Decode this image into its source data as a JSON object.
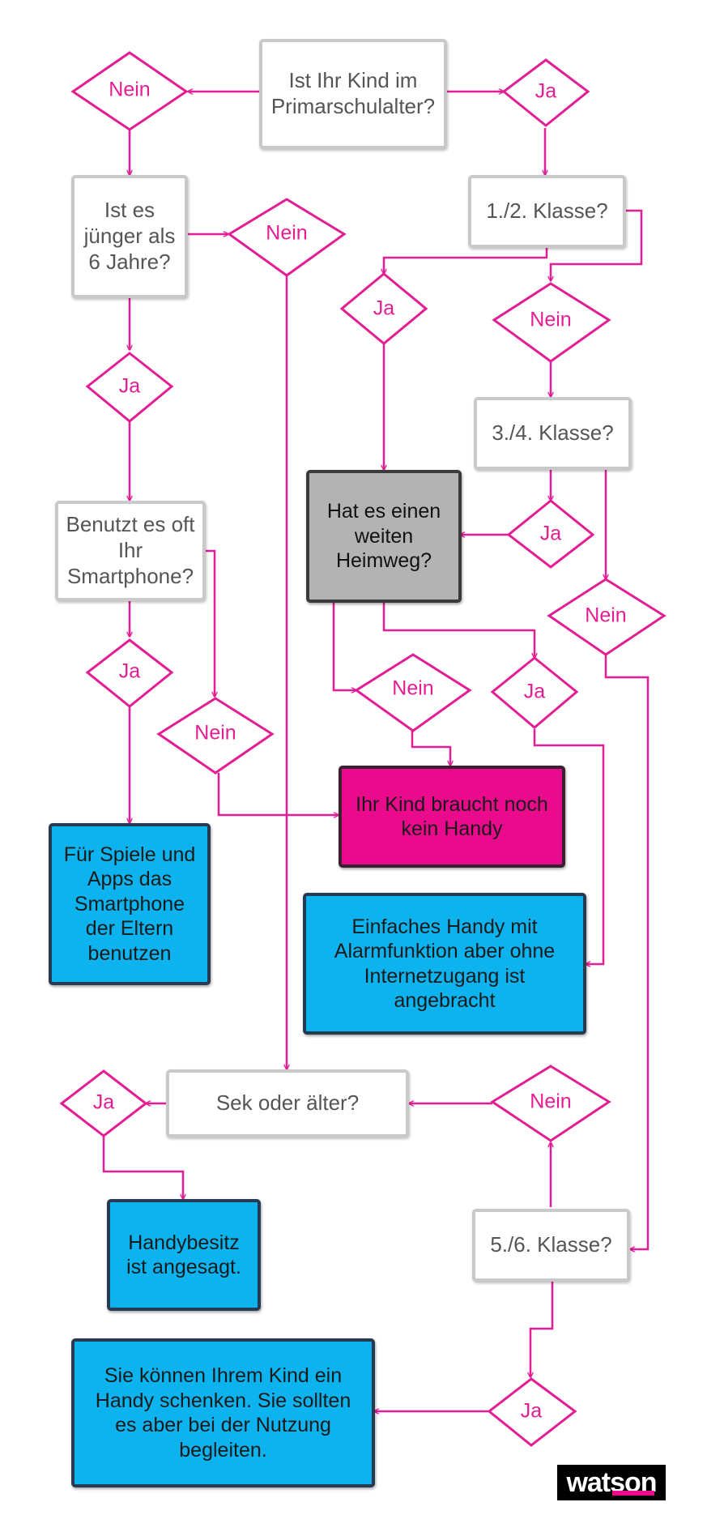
{
  "colors": {
    "accent_magenta": "#e31d93",
    "box_blue": "#0cb3ef",
    "box_gray": "#b3b3b3",
    "box_pink": "#ea0a8c",
    "question_border": "#c9c9c9"
  },
  "questions": {
    "primarschule": [
      "Ist Ihr Kind im",
      "Primarschulalter?"
    ],
    "juenger6": [
      "Ist es",
      "jünger als",
      "6 Jahre?"
    ],
    "klasse12": [
      "1./2. Klasse?"
    ],
    "klasse34": [
      "3./4. Klasse?"
    ],
    "smartphone": [
      "Benutzt es oft",
      "Ihr",
      "Smartphone?"
    ],
    "heimweg": [
      "Hat es einen",
      "weiten",
      "Heimweg?"
    ],
    "sek": [
      "Sek oder älter?"
    ],
    "klasse56": [
      "5./6. Klasse?"
    ]
  },
  "results": {
    "spiele": [
      "Für Spiele und",
      "Apps das",
      "Smartphone",
      "der Eltern",
      "benutzen"
    ],
    "kein_handy": [
      "Ihr Kind braucht noch",
      "kein Handy"
    ],
    "einfaches": [
      "Einfaches Handy mit",
      "Alarmfunktion aber ohne",
      "Internetzugang ist",
      "angebracht"
    ],
    "handybesitz": [
      "Handybesitz",
      "ist angesagt."
    ],
    "schenken": [
      "Sie können Ihrem Kind ein",
      "Handy schenken. Sie sollten",
      "es aber bei der Nutzung",
      "begleiten."
    ]
  },
  "decisions": {
    "nein_top": "Nein",
    "ja_top": "Ja",
    "nein_juenger": "Nein",
    "ja_klasse12": "Ja",
    "nein_klasse12": "Nein",
    "ja_juenger": "Ja",
    "ja_klasse34": "Ja",
    "nein_klasse34": "Nein",
    "ja_smartphone": "Ja",
    "nein_heimweg": "Nein",
    "ja_heimweg": "Ja",
    "nein_smartphone": "Nein",
    "ja_sek": "Ja",
    "nein_klasse56": "Nein",
    "ja_klasse56": "Ja"
  },
  "logo": "watson"
}
